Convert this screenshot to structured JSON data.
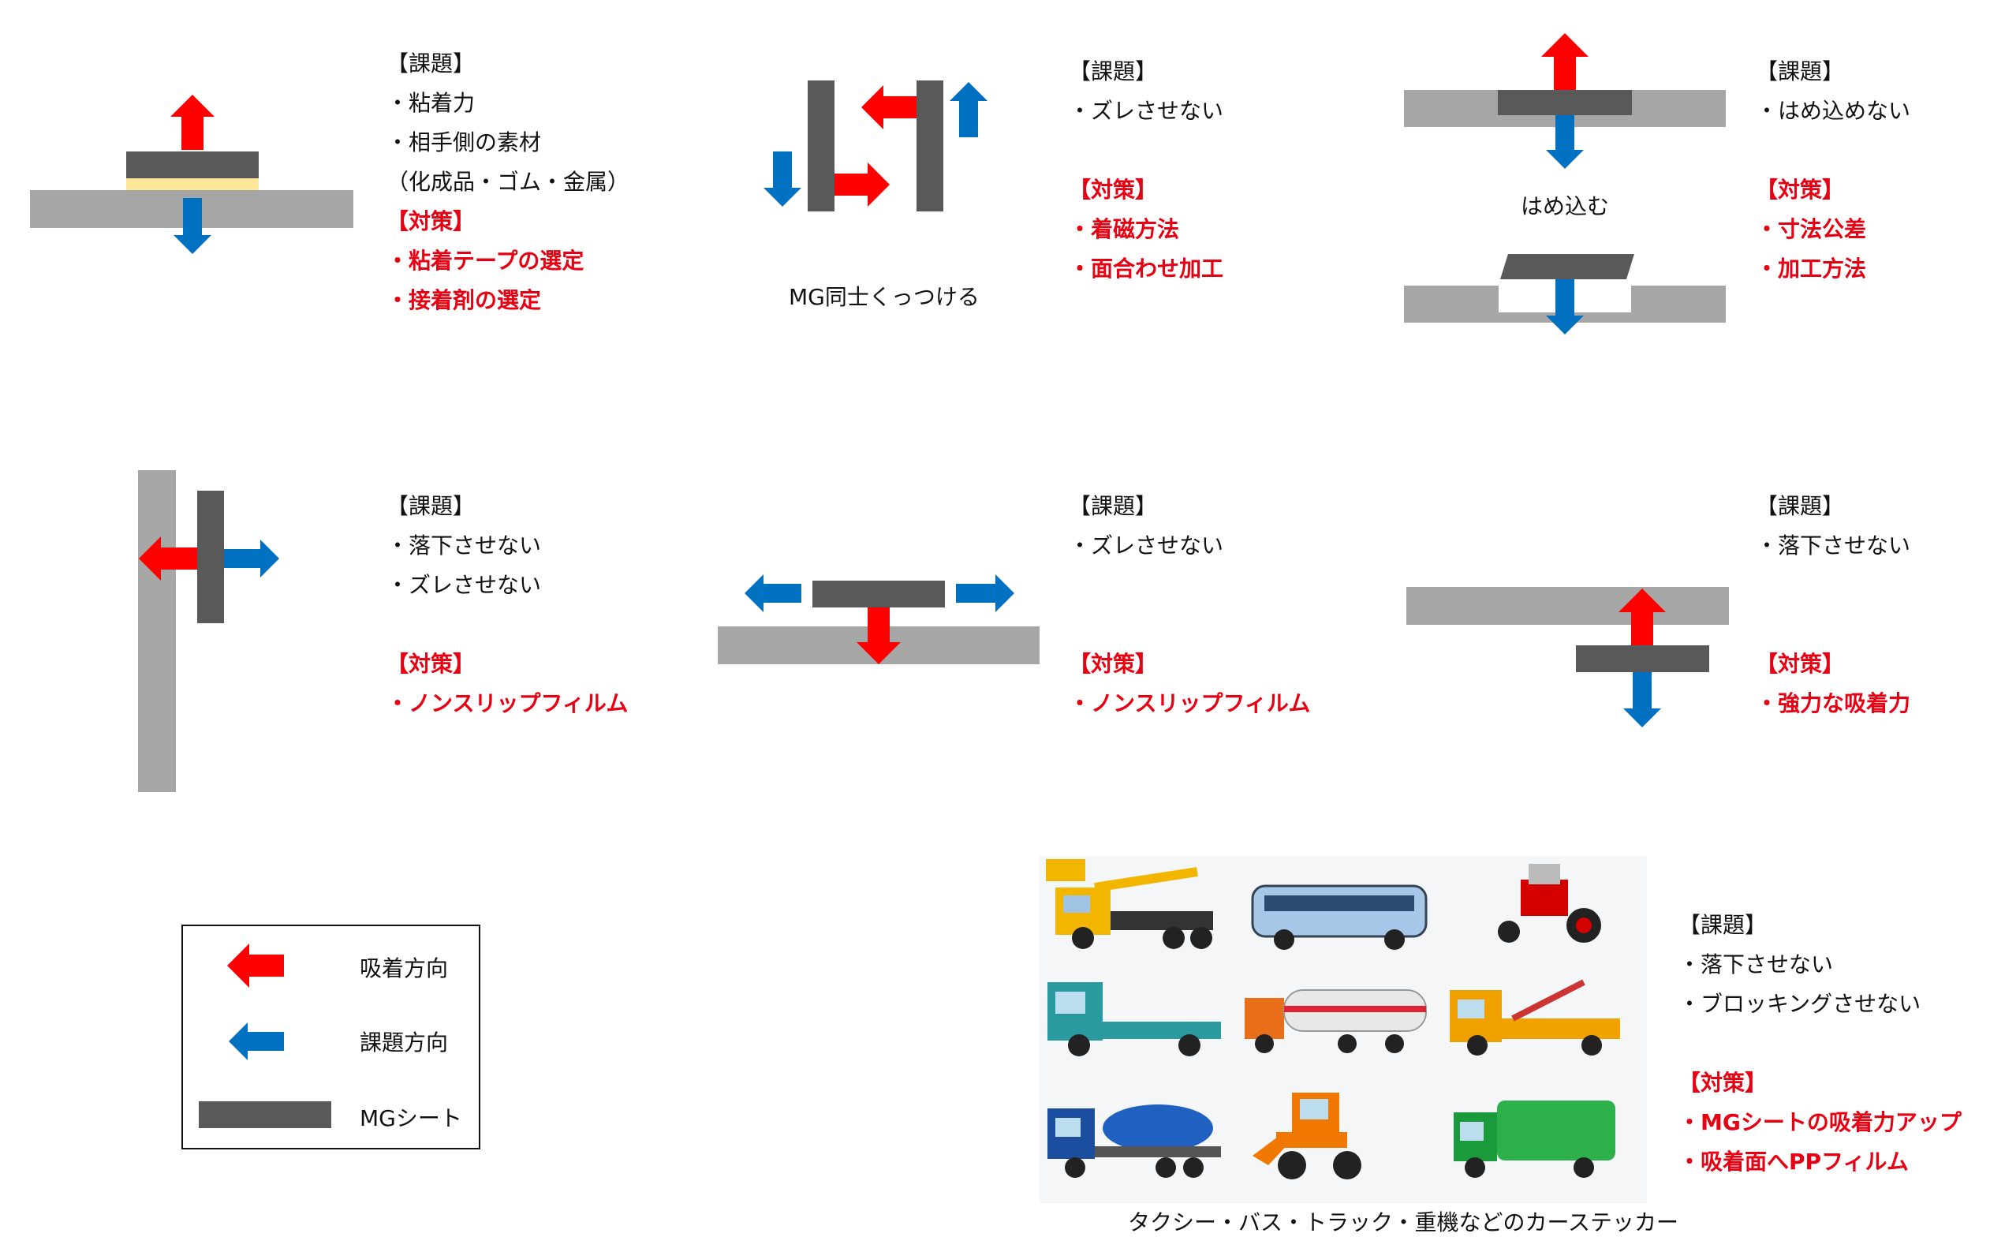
{
  "colors": {
    "adhesion_arrow": "#ff0000",
    "issue_arrow": "#0070c0",
    "mg_sheet": "#595959",
    "substrate": "#a6a6a6",
    "adhesive_layer": "#ffe699",
    "countermeasure_text": "#e60012"
  },
  "panels": [
    {
      "id": "p1",
      "issue_header": "【課題】",
      "issues": [
        "・粘着力",
        "・相手側の素材",
        "（化成品・ゴム・金属）"
      ],
      "measure_header": "【対策】",
      "measures": [
        "・粘着テープの選定",
        "・接着剤の選定"
      ]
    },
    {
      "id": "p2",
      "caption": "MG同士くっつける",
      "issue_header": "【課題】",
      "issues": [
        "・ズレさせない"
      ],
      "measure_header": "【対策】",
      "measures": [
        "・着磁方法",
        "・面合わせ加工"
      ]
    },
    {
      "id": "p3",
      "caption": "はめ込む",
      "issue_header": "【課題】",
      "issues": [
        "・はめ込めない"
      ],
      "measure_header": "【対策】",
      "measures": [
        "・寸法公差",
        "・加工方法"
      ]
    },
    {
      "id": "p4",
      "issue_header": "【課題】",
      "issues": [
        "・落下させない",
        "・ズレさせない"
      ],
      "measure_header": "【対策】",
      "measures": [
        "・ノンスリップフィルム"
      ]
    },
    {
      "id": "p5",
      "issue_header": "【課題】",
      "issues": [
        "・ズレさせない"
      ],
      "measure_header": "【対策】",
      "measures": [
        "・ノンスリップフィルム"
      ]
    },
    {
      "id": "p6",
      "issue_header": "【課題】",
      "issues": [
        "・落下させない"
      ],
      "measure_header": "【対策】",
      "measures": [
        "・強力な吸着力"
      ]
    },
    {
      "id": "p7",
      "caption": "タクシー・バス・トラック・重機などのカーステッカー",
      "issue_header": "【課題】",
      "issues": [
        "・落下させない",
        "・ブロッキングさせない"
      ],
      "measure_header": "【対策】",
      "measures": [
        "・MGシートの吸着力アップ",
        "・吸着面へPPフィルム"
      ]
    }
  ],
  "legend": {
    "items": [
      {
        "icon": "red-arrow-icon",
        "label": "吸着方向"
      },
      {
        "icon": "blue-arrow-icon",
        "label": "課題方向"
      },
      {
        "icon": "mg-sheet-icon",
        "label": "MGシート"
      }
    ]
  },
  "vehicles": [
    "crane-truck-icon",
    "bus-icon",
    "tractor-icon",
    "flatbed-truck-icon",
    "tanker-truck-icon",
    "crane-cargo-truck-icon",
    "mixer-truck-icon",
    "wheel-loader-icon",
    "garbage-truck-icon"
  ]
}
